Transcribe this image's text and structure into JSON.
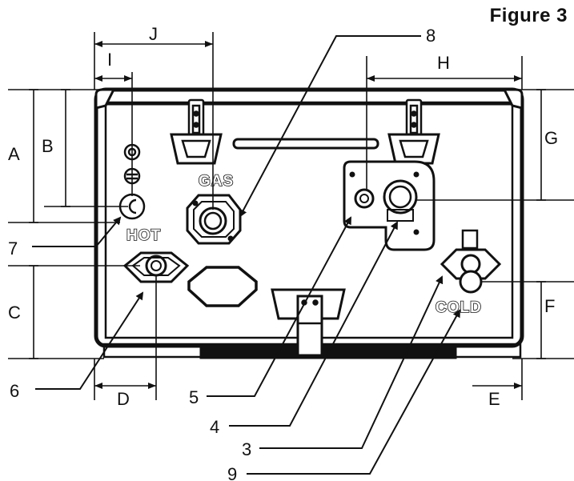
{
  "figure": {
    "title": "Figure 3"
  },
  "dimensions": {
    "A": "A",
    "B": "B",
    "C": "C",
    "D": "D",
    "E": "E",
    "F": "F",
    "G": "G",
    "H": "H",
    "I": "I",
    "J": "J"
  },
  "callouts": {
    "n3": "3",
    "n4": "4",
    "n5": "5",
    "n6": "6",
    "n7": "7",
    "n8": "8",
    "n9": "9"
  },
  "connections": {
    "gas": "GAS",
    "hot": "HOT",
    "cold": "COLD"
  }
}
